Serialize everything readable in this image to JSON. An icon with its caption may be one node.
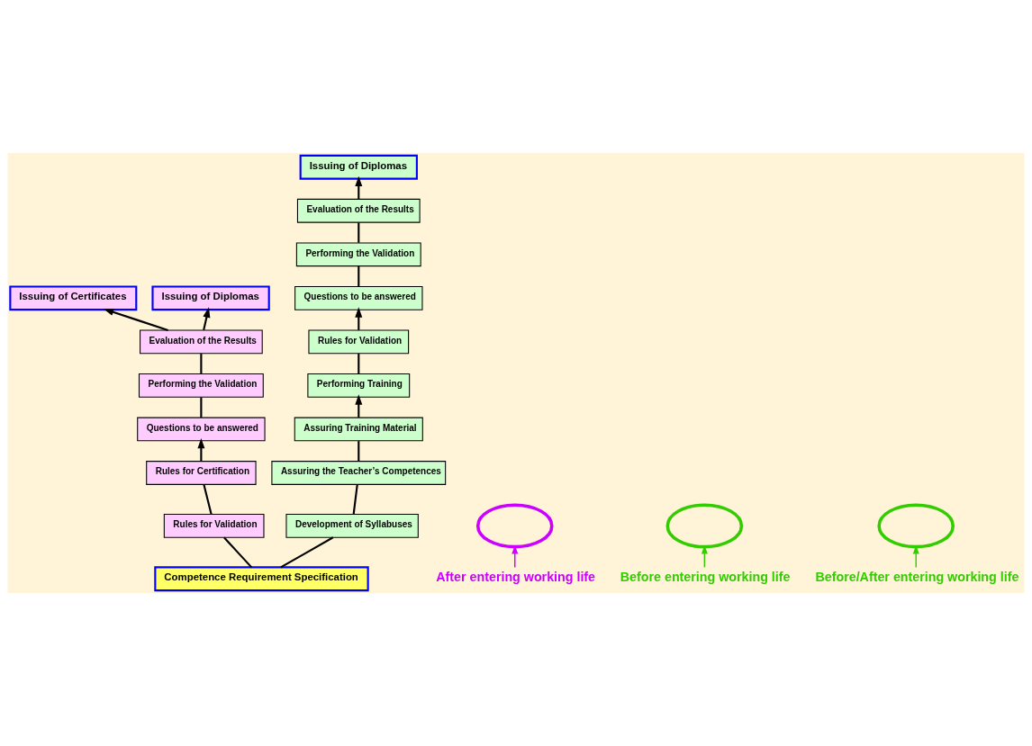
{
  "diagram": {
    "nodes": [
      {
        "text": [
          "Issuing of Certificates"
        ]
      },
      {
        "text": [
          "Issuing of Diplomas"
        ]
      },
      {
        "text": [
          "Issuing of Diplomas"
        ]
      },
      {
        "text": [
          "Evaluation of the Results"
        ]
      },
      {
        "text": [
          "Performing the Validation"
        ]
      },
      {
        "text": [
          "Questions to be answered"
        ]
      },
      {
        "text": [
          "Rules for Certification"
        ]
      },
      {
        "text": [
          "Rules for Validation"
        ]
      },
      {
        "text": [
          "Evaluation of the Results"
        ]
      },
      {
        "text": [
          "Performing the Validation"
        ]
      },
      {
        "text": [
          "Questions to be answered"
        ]
      },
      {
        "text": [
          "Rules for Validation"
        ]
      },
      {
        "text": [
          "Performing Training"
        ]
      },
      {
        "text": [
          "Assuring Training Material"
        ]
      },
      {
        "text": [
          "Assuring the Teacher’s Competences"
        ]
      },
      {
        "text": [
          "Development of Syllabuses"
        ]
      },
      {
        "text": [
          "Competence Requirement Specification"
        ]
      },
      {
        "text": [],
        "shape": "ellipse"
      },
      {
        "text": [],
        "shape": "ellipse"
      },
      {
        "text": [],
        "shape": "ellipse"
      },
      {
        "text": [
          "After entering working life"
        ]
      },
      {
        "text": [
          "Before entering working life"
        ]
      },
      {
        "text": [
          "Before/After entering working life"
        ]
      }
    ],
    "edges": [
      {
        "from": 16,
        "to": 7,
        "arrow": "none"
      },
      {
        "from": 7,
        "to": 6,
        "arrow": "none"
      },
      {
        "from": 6,
        "to": 5,
        "arrow": "to"
      },
      {
        "from": 5,
        "to": 4,
        "arrow": "none"
      },
      {
        "from": 4,
        "to": 3,
        "arrow": "none"
      },
      {
        "from": 3,
        "to": 0,
        "arrow": "to"
      },
      {
        "from": 3,
        "to": 1,
        "arrow": "to"
      },
      {
        "from": 16,
        "to": 15,
        "arrow": "none"
      },
      {
        "from": 15,
        "to": 14,
        "arrow": "none"
      },
      {
        "from": 14,
        "to": 13,
        "arrow": "none"
      },
      {
        "from": 13,
        "to": 12,
        "arrow": "to"
      },
      {
        "from": 12,
        "to": 11,
        "arrow": "none"
      },
      {
        "from": 11,
        "to": 10,
        "arrow": "to"
      },
      {
        "from": 10,
        "to": 9,
        "arrow": "none"
      },
      {
        "from": 9,
        "to": 8,
        "arrow": "none"
      },
      {
        "from": 8,
        "to": 2,
        "arrow": "to"
      },
      {
        "from": 20,
        "to": 17,
        "arrow": "to",
        "color": "#cc00ff"
      },
      {
        "from": 21,
        "to": 18,
        "arrow": "to",
        "color": "#33cc00"
      },
      {
        "from": 22,
        "to": 19,
        "arrow": "to",
        "color": "#33cc00"
      }
    ]
  }
}
